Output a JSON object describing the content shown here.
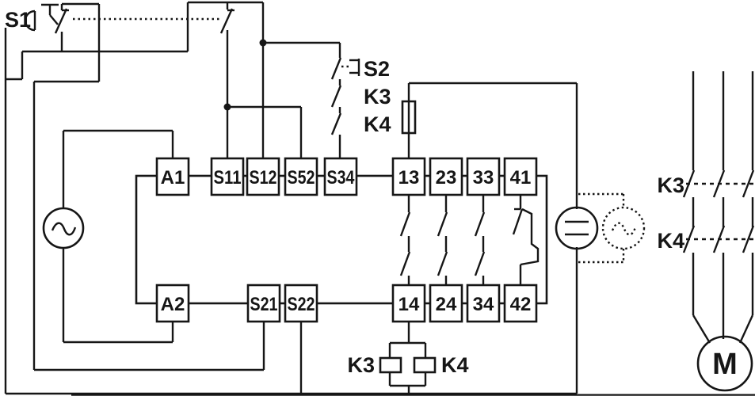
{
  "labels": {
    "s1": "S1",
    "s2": "S2",
    "k3_aux": "K3",
    "k4_aux": "K4",
    "coil_k3": "K3",
    "coil_k4": "K4",
    "contactor_k3": "K3",
    "contactor_k4": "K4",
    "motor": "M"
  },
  "relay": {
    "terminals_top": [
      {
        "label": "A1"
      },
      {
        "label": "S11"
      },
      {
        "label": "S12"
      },
      {
        "label": "S52"
      },
      {
        "label": "S34"
      },
      {
        "label": "13"
      },
      {
        "label": "23"
      },
      {
        "label": "33"
      },
      {
        "label": "41"
      }
    ],
    "terminals_bottom": [
      {
        "label": "A2"
      },
      {
        "label": "S21"
      },
      {
        "label": "S22"
      },
      {
        "label": "14"
      },
      {
        "label": "24"
      },
      {
        "label": "34"
      },
      {
        "label": "42"
      }
    ]
  },
  "colors": {
    "line": "#161616",
    "background": "#ffffff"
  }
}
